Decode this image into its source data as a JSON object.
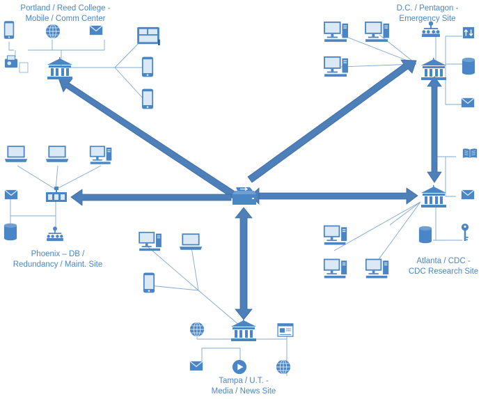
{
  "colors": {
    "arrow_fill": "#4d7fb8",
    "arrow_stroke": "#3c6aa2",
    "icon": "#4a86c5",
    "icon_dark": "#2e5f96",
    "line": "#7fa7d3",
    "label": "#4a86c5"
  },
  "sites": {
    "portland": {
      "line1": "Portland / Reed College -",
      "line2": "Mobile / Comm Center"
    },
    "dc": {
      "line1": "D.C. / Pentagon -",
      "line2": "Emergency Site"
    },
    "phoenix": {
      "line1": "Phoenix – DB /",
      "line2": "Redundancy / Maint. Site"
    },
    "atlanta": {
      "line1": "Atlanta / CDC -",
      "line2": "CDC Research Site"
    },
    "tampa": {
      "line1": "Tampa / U.T. -",
      "line2": "Media / News Site"
    }
  },
  "hub": {
    "icon": "router-icon"
  },
  "nodes": [
    {
      "name": "portland-smartphone-icon",
      "icon": "smartphone"
    },
    {
      "name": "portland-web-icon",
      "icon": "globe"
    },
    {
      "name": "portland-email-icon",
      "icon": "envelope"
    },
    {
      "name": "portland-tablet-icon",
      "icon": "tablet"
    },
    {
      "name": "portland-fax-icon",
      "icon": "fax"
    },
    {
      "name": "portland-building-icon",
      "icon": "building"
    },
    {
      "name": "portland-phone-icon",
      "icon": "smartphone"
    },
    {
      "name": "portland-phone-2-icon",
      "icon": "smartphone"
    },
    {
      "name": "dc-workstation-icon",
      "icon": "workstation"
    },
    {
      "name": "dc-workstation-2-icon",
      "icon": "workstation"
    },
    {
      "name": "dc-workstation-3-icon",
      "icon": "workstation"
    },
    {
      "name": "dc-directory-icon",
      "icon": "org-chart"
    },
    {
      "name": "dc-transfer-icon",
      "icon": "transfer"
    },
    {
      "name": "dc-building-icon",
      "icon": "building"
    },
    {
      "name": "dc-database-icon",
      "icon": "database"
    },
    {
      "name": "dc-email-icon",
      "icon": "envelope"
    },
    {
      "name": "phoenix-laptop-icon",
      "icon": "laptop"
    },
    {
      "name": "phoenix-laptop-2-icon",
      "icon": "laptop"
    },
    {
      "name": "phoenix-workstation-icon",
      "icon": "workstation"
    },
    {
      "name": "phoenix-email-icon",
      "icon": "envelope"
    },
    {
      "name": "phoenix-switch-icon",
      "icon": "switch"
    },
    {
      "name": "phoenix-database-icon",
      "icon": "database"
    },
    {
      "name": "phoenix-directory-icon",
      "icon": "org-chart"
    },
    {
      "name": "atlanta-library-icon",
      "icon": "book"
    },
    {
      "name": "atlanta-building-icon",
      "icon": "building"
    },
    {
      "name": "atlanta-email-icon",
      "icon": "envelope"
    },
    {
      "name": "atlanta-database-icon",
      "icon": "database"
    },
    {
      "name": "atlanta-key-icon",
      "icon": "key"
    },
    {
      "name": "atlanta-workstation-icon",
      "icon": "workstation"
    },
    {
      "name": "atlanta-workstation-2-icon",
      "icon": "workstation"
    },
    {
      "name": "atlanta-workstation-3-icon",
      "icon": "workstation"
    },
    {
      "name": "tampa-workstation-icon",
      "icon": "workstation"
    },
    {
      "name": "tampa-laptop-icon",
      "icon": "laptop"
    },
    {
      "name": "tampa-phone-icon",
      "icon": "smartphone"
    },
    {
      "name": "tampa-web-icon",
      "icon": "globe"
    },
    {
      "name": "tampa-building-icon",
      "icon": "building"
    },
    {
      "name": "tampa-webpage-icon",
      "icon": "webpage"
    },
    {
      "name": "tampa-email-icon",
      "icon": "envelope"
    },
    {
      "name": "tampa-video-icon",
      "icon": "video"
    },
    {
      "name": "tampa-globe-icon",
      "icon": "globe"
    }
  ]
}
